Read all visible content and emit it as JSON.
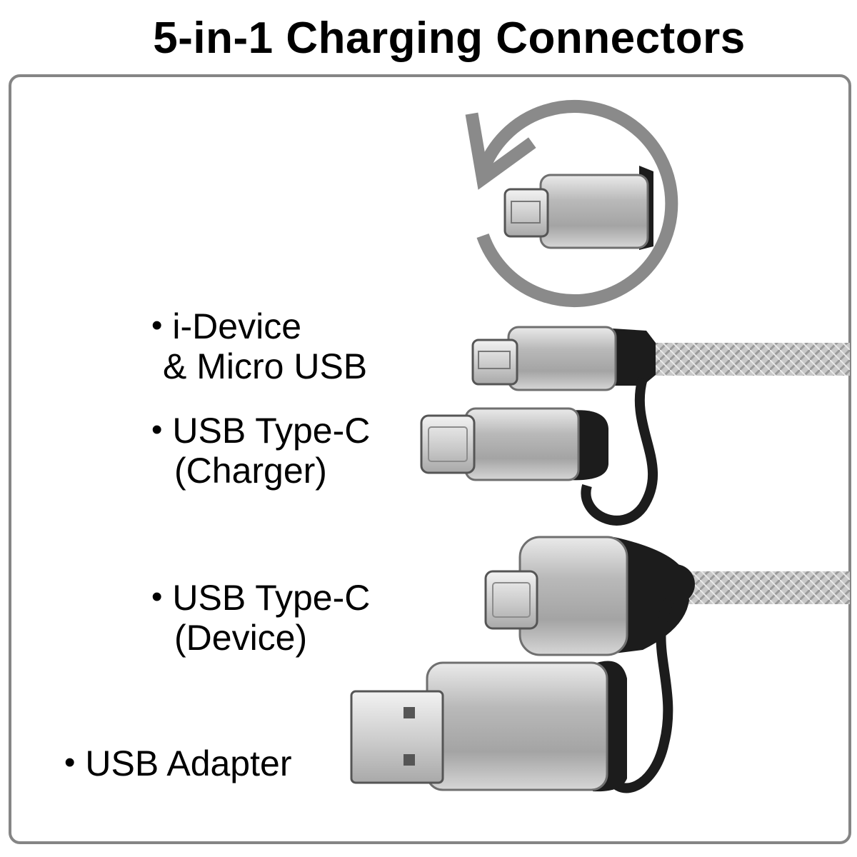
{
  "title": "5-in-1 Charging Connectors",
  "labels": [
    {
      "bullet": "•",
      "line1": "i-Device",
      "line2": "& Micro USB"
    },
    {
      "bullet": "•",
      "line1": "USB Type-C",
      "line2": "(Charger)"
    },
    {
      "bullet": "•",
      "line1": "USB Type-C",
      "line2": "(Device)"
    },
    {
      "bullet": "•",
      "line1": "USB Adapter"
    }
  ],
  "colors": {
    "frame": "#858585",
    "rotate_arrow": "#8a8a8a",
    "aluminum": "#b8b8b8",
    "metal_tip": "#d9d9d9",
    "rubber": "#1c1c1c",
    "braid": "#c9c9c9"
  },
  "icons": [
    "rotate-arrow-icon"
  ]
}
